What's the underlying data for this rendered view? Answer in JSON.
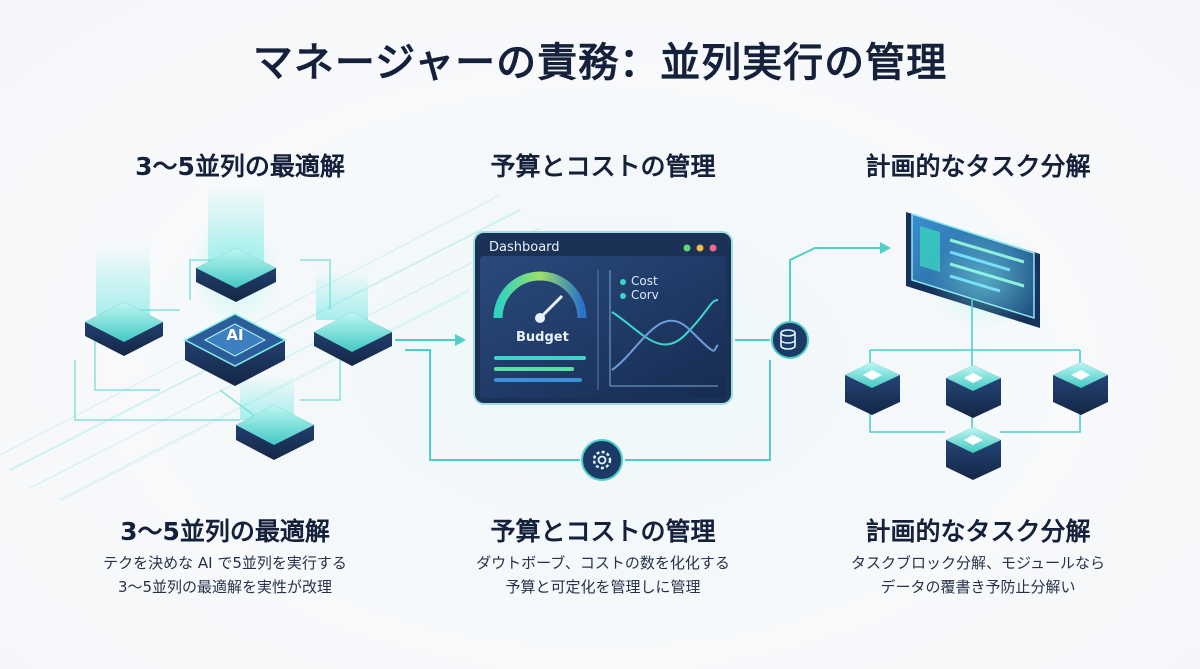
{
  "title": "マネージャーの責務：並列実行の管理",
  "columns": [
    {
      "heading": "3〜5並列の最適解",
      "subheading": "3〜5並列の最適解",
      "desc_line1": "テクを決めな AI で5並列を実行する",
      "desc_line2": "3〜5並列の最適解を実性が改理"
    },
    {
      "heading": "予算とコストの管理",
      "subheading": "予算とコストの管理",
      "desc_line1": "ダウトボーブ、コストの数を化化する",
      "desc_line2": "予算と可定化を管理しに管理"
    },
    {
      "heading": "計画的なタスク分解",
      "subheading": "計画的なタスク分解",
      "desc_line1": "タスクブロック分解、モジュールなら",
      "desc_line2": "データの覆書き予防止分解い"
    }
  ],
  "dashboard": {
    "title": "Dashboard",
    "gauge_label": "Budget",
    "legend": [
      "Cost",
      "Corv"
    ]
  },
  "ai_chip_label": "AI",
  "icons": [
    "database-icon",
    "gear-icon"
  ],
  "colors": {
    "accent": "#35c9c0",
    "dark_navy": "#1b3155",
    "teal_glow": "#7ff0e6",
    "title_text": "#15213b"
  }
}
